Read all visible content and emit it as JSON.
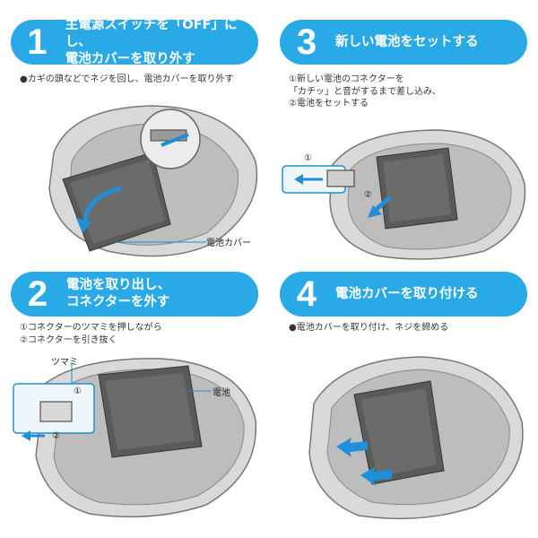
{
  "steps": [
    {
      "number": "1",
      "title": "主電源スイッチを「OFF」にし、\n電池カバーを取り外す",
      "desc": "●カギの頭などでネジを回し、電池カバーを取り外す",
      "callouts": [
        "電池カバー"
      ]
    },
    {
      "number": "2",
      "title": "電池を取り出し、\nコネクターを外す",
      "desc": "①コネクターのツマミを押しながら\n②コネクターを引き抜く",
      "callouts": [
        "ツマミ",
        "電池",
        "①",
        "②"
      ]
    },
    {
      "number": "3",
      "title": "新しい電池をセットする",
      "desc": "①新しい電池のコネクターを\n「カチッ」と音がするまで差し込み、\n②電池をセットする",
      "callouts": [
        "①",
        "②"
      ]
    },
    {
      "number": "4",
      "title": "電池カバーを取り付ける",
      "desc": "●電池カバーを取り付け、ネジを締める",
      "callouts": []
    }
  ],
  "colors": {
    "accent": "#29a9e6",
    "arrow": "#1f8fd6",
    "body": "#cfcfcf",
    "battery": "#4a4a4a"
  }
}
